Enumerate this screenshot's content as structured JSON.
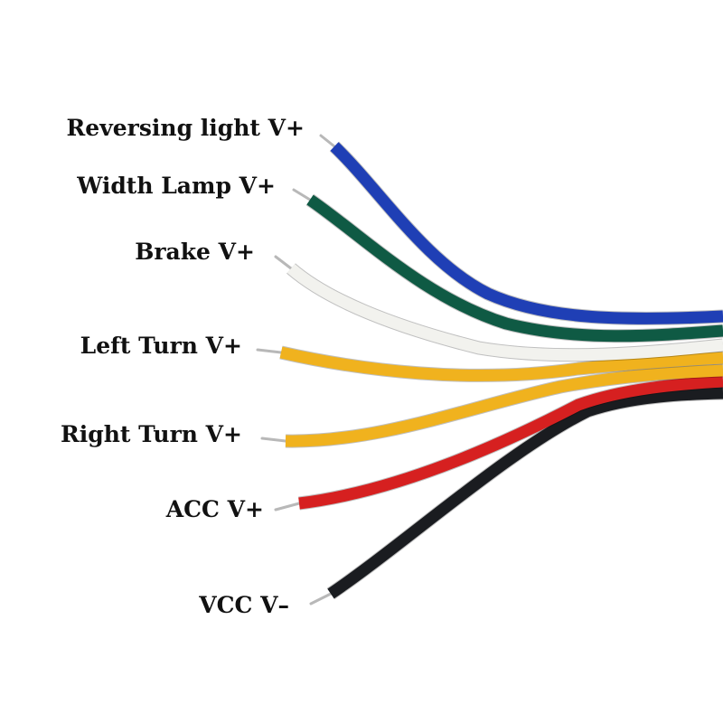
{
  "wires": [
    {
      "label": "Reversing light V+",
      "color": "#1f3fb5"
    },
    {
      "label": "Width Lamp V+",
      "color": "#0f5a44"
    },
    {
      "label": "Brake V+",
      "color": "#f2f2ee"
    },
    {
      "label": "Left Turn V+",
      "color": "#f0b21e"
    },
    {
      "label": "Right Turn V+",
      "color": "#f0b21e"
    },
    {
      "label": "ACC V+",
      "color": "#d62020"
    },
    {
      "label": "VCC V–",
      "color": "#1a1c20"
    }
  ]
}
